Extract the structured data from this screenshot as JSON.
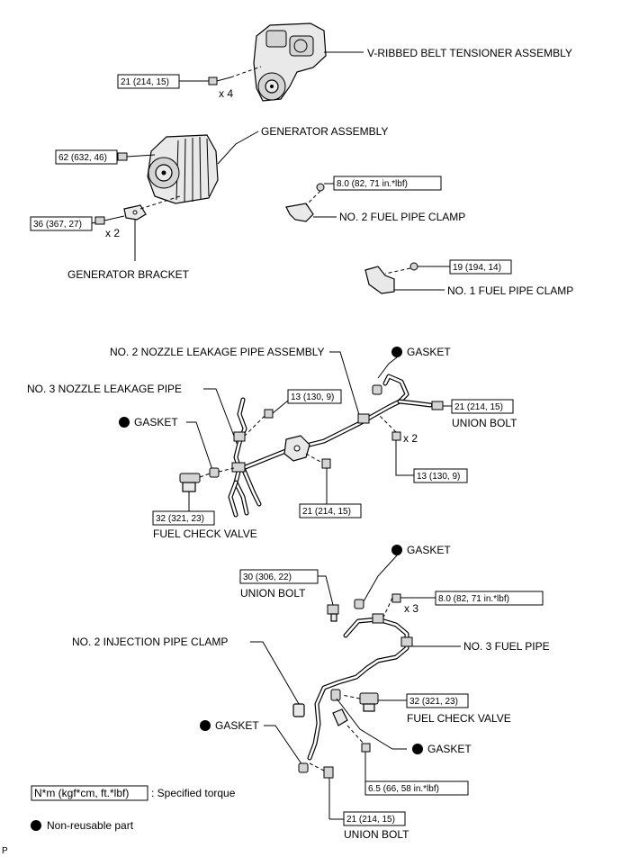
{
  "labels": {
    "tensioner": "V-RIBBED BELT TENSIONER ASSEMBLY",
    "generator": "GENERATOR ASSEMBLY",
    "generator_bracket": "GENERATOR BRACKET",
    "no2_fuel_pipe_clamp": "NO. 2 FUEL PIPE CLAMP",
    "no1_fuel_pipe_clamp": "NO. 1 FUEL PIPE CLAMP",
    "no2_nozzle_leakage_pipe": "NO. 2 NOZZLE LEAKAGE PIPE ASSEMBLY",
    "no3_nozzle_leakage_pipe": "NO. 3 NOZZLE LEAKAGE PIPE",
    "gasket": "GASKET",
    "union_bolt": "UNION BOLT",
    "fuel_check_valve": "FUEL CHECK VALVE",
    "no2_injection_pipe_clamp": "NO. 2 INJECTION PIPE CLAMP",
    "no3_fuel_pipe": "NO. 3 FUEL PIPE"
  },
  "torques": {
    "t_tensioner": "21 (214, 15)",
    "t_generator": "62 (632, 46)",
    "t_bracket": "36 (367, 27)",
    "t_clamp2": "8.0 (82, 71 in.*lbf)",
    "t_clamp1": "19 (194, 14)",
    "t_leak_a": "13 (130, 9)",
    "t_union_top": "21 (214, 15)",
    "t_leak_b": "13 (130, 9)",
    "t_leak_c": "21 (214, 15)",
    "t_check_valve_top": "32 (321, 23)",
    "t_union_mid": "30 (306, 22)",
    "t_fuelpipe_clamp": "8.0 (82, 71 in.*lbf)",
    "t_check_valve_bot": "32 (321, 23)",
    "t_injection_clamp": "6.5 (66, 58 in.*lbf)",
    "t_union_bot": "21 (214, 15)"
  },
  "multipliers": {
    "tensioner_bolts": "x 4",
    "bracket_bolts": "x 2",
    "leak_bolts": "x 2",
    "fuelpipe_bolts": "x 3"
  },
  "legend": {
    "torque_key": "N*m (kgf*cm, ft.*lbf)",
    "torque_desc": ": Specified torque",
    "nonreusable": "Non-reusable part"
  },
  "corner_mark": "P"
}
